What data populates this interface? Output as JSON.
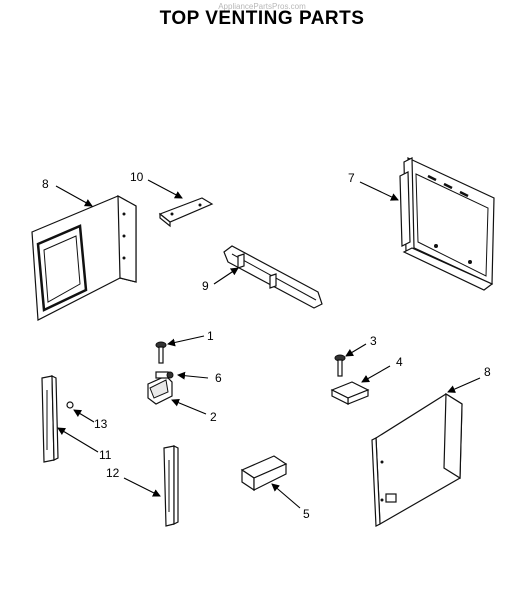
{
  "watermark": "AppliancePartsPros.com",
  "title": "TOP VENTING PARTS",
  "callouts": {
    "c1": "1",
    "c2": "2",
    "c3": "3",
    "c4": "4",
    "c5": "5",
    "c6": "6",
    "c7": "7",
    "c8a": "8",
    "c8b": "8",
    "c9": "9",
    "c10": "10",
    "c11": "11",
    "c12": "12",
    "c13": "13"
  }
}
